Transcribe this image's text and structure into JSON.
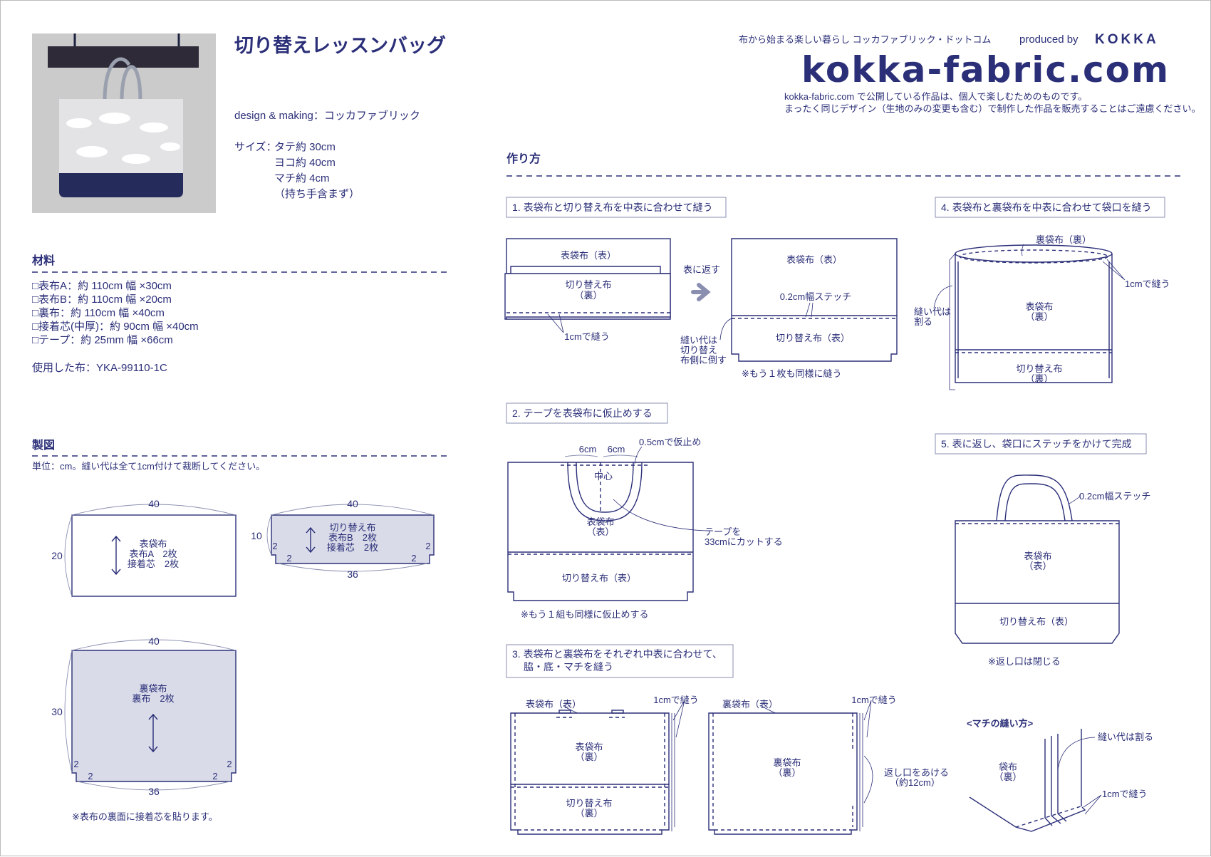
{
  "header": {
    "title": "切り替えレッスンバッグ",
    "design": "design & making：コッカファブリック",
    "size_label": "サイズ：",
    "size_lines": [
      "タテ約 30cm",
      "ヨコ約 40cm",
      "マチ約 4cm",
      "（持ち手含まず）"
    ],
    "tagline": "布から始まる楽しい暮らし コッカファブリック・ドットコム",
    "produced_by": "produced by",
    "brand": "KOKKA",
    "logo": "kokka-fabric.com",
    "notice": [
      "kokka-fabric.com で公開している作品は、個人で楽しむためのものです。",
      "まったく同じデザイン（生地のみの変更も含む）で制作した作品を販売することはご遠慮ください。"
    ]
  },
  "materials": {
    "heading": "材料",
    "items": [
      "□表布A：約 110cm 幅 ×30cm",
      "□表布B：約 110cm 幅 ×20cm",
      "□裏布：約 110cm 幅 ×40cm",
      "□接着芯(中厚)：約 90cm 幅 ×40cm",
      "□テープ：約 25mm 幅 ×66cm"
    ],
    "fabric_used": "使用した布：YKA-99110-1C"
  },
  "drafting": {
    "heading": "製図",
    "unit_note": "単位：cm。縫い代は全て1cm付けて裁断してください。",
    "piece1": {
      "w": "40",
      "h": "20",
      "lines": [
        "表袋布",
        "表布A　2枚",
        "接着芯　2枚"
      ]
    },
    "piece2": {
      "w": "40",
      "h": "10",
      "bottom": "36",
      "corner": "2",
      "lines": [
        "切り替え布",
        "表布B　2枚",
        "接着芯　2枚"
      ]
    },
    "piece3": {
      "w": "40",
      "h": "30",
      "bottom": "36",
      "corner": "2",
      "lines": [
        "裏袋布",
        "裏布　2枚"
      ]
    },
    "note": "※表布の裏面に接着芯を貼ります。"
  },
  "howto": {
    "heading": "作り方",
    "step1": {
      "title": "1. 表袋布と切り替え布を中表に合わせて縫う",
      "top": "表袋布（表）",
      "switch": [
        "切り替え布",
        "（裏）"
      ],
      "sew": "1cmで縫う",
      "turn": "表に返す",
      "top2": "表袋布（表）",
      "stitch": "0.2cm幅ステッチ",
      "switch2": "切り替え布（表）",
      "fold": [
        "縫い代は",
        "切り替え",
        "布側に倒す"
      ],
      "note": "※もう１枚も同様に縫う"
    },
    "step2": {
      "title": "2. テープを表袋布に仮止めする",
      "d1": "6cm",
      "d2": "6cm",
      "baste": "0.5cmで仮止め",
      "center": "中心",
      "body": [
        "表袋布",
        "（表）"
      ],
      "tape": [
        "テープを",
        "33cmにカットする"
      ],
      "switch": "切り替え布（表）",
      "note": "※もう１組も同様に仮止めする"
    },
    "step3": {
      "title": [
        "3. 表袋布と裏袋布をそれぞれ中表に合わせて、",
        "脇・底・マチを縫う"
      ],
      "outer": "表袋布（表）",
      "sew1": "1cmで縫う",
      "outer_body": [
        "表袋布",
        "（裏）"
      ],
      "outer_switch": [
        "切り替え布",
        "（裏）"
      ],
      "lining": "裏袋布（表）",
      "sew2": "1cmで縫う",
      "lining_body": [
        "裏袋布",
        "（裏）"
      ],
      "opening": [
        "返し口をあける",
        "（約12cm）"
      ],
      "gusset_title": "<マチの縫い方>",
      "gusset_open": "縫い代は割る",
      "gusset_body": [
        "袋布",
        "（裏）"
      ],
      "gusset_sew": "1cmで縫う"
    },
    "step4": {
      "title": "4. 表袋布と裏袋布を中表に合わせて袋口を縫う",
      "lining": "裏袋布（裏）",
      "sew": "1cmで縫う",
      "open": [
        "縫い代は",
        "割る"
      ],
      "body": [
        "表袋布",
        "（裏）"
      ],
      "switch": [
        "切り替え布",
        "（裏）"
      ]
    },
    "step5": {
      "title": "5. 表に返し、袋口にステッチをかけて完成",
      "stitch": "0.2cm幅ステッチ",
      "body": [
        "表袋布",
        "（表）"
      ],
      "switch": "切り替え布（表）",
      "note": "※返し口は閉じる"
    }
  },
  "colors": {
    "ink": "#2b2f78",
    "fill": "#d9dbe8",
    "photo_bg": "#c9c9c9",
    "bag_navy": "#252c5c"
  }
}
